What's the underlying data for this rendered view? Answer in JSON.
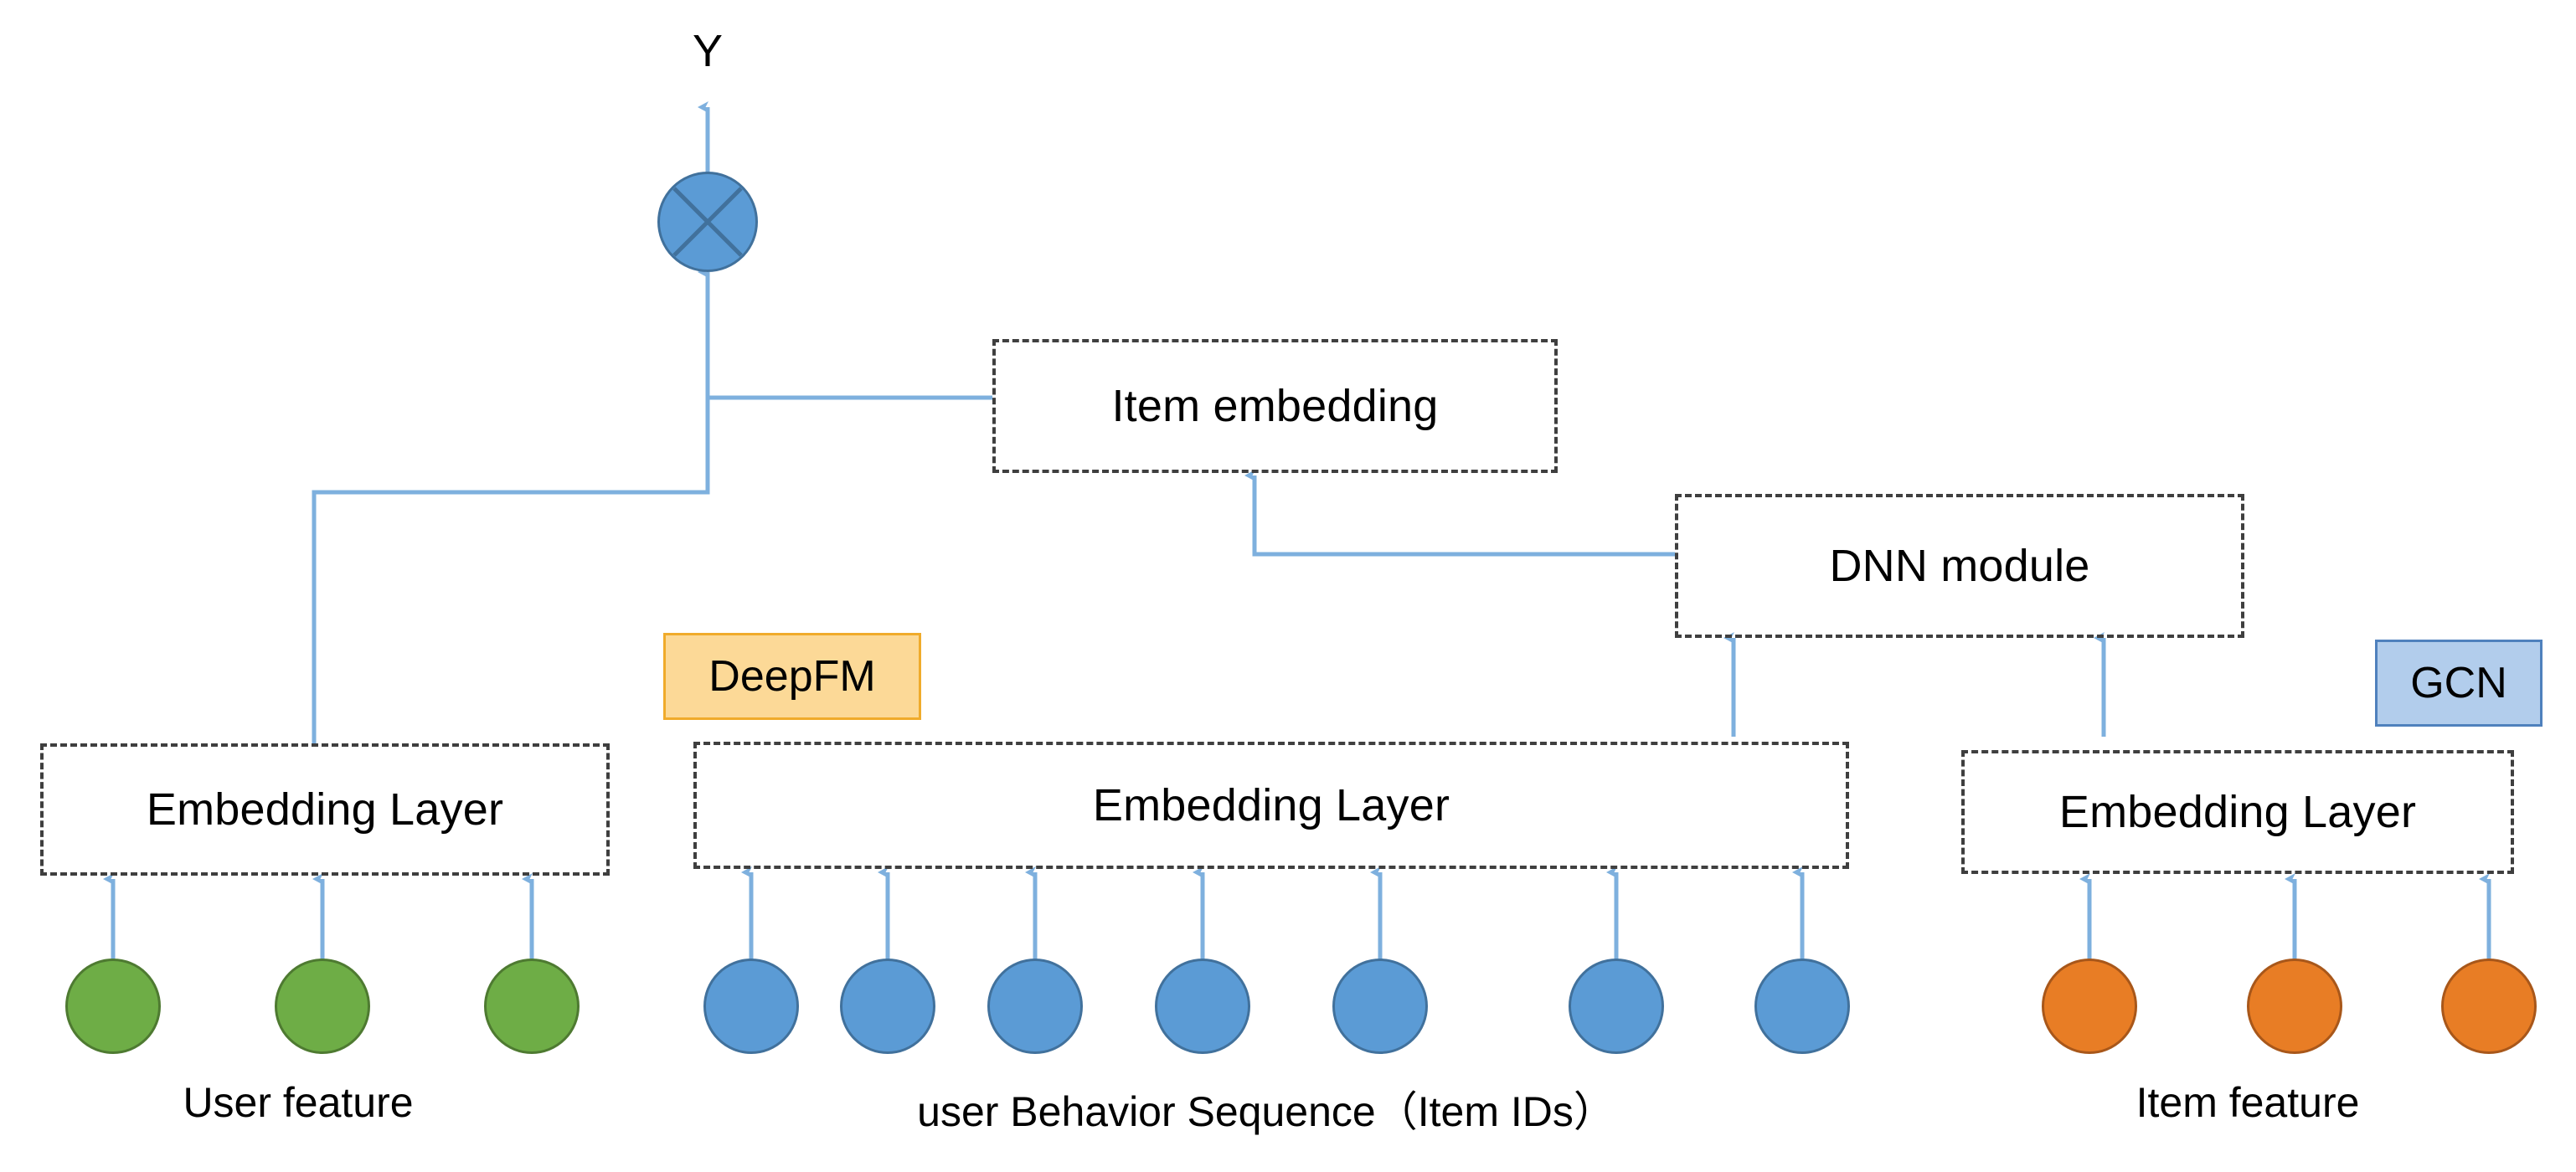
{
  "diagram": {
    "title_label": "Y",
    "operator": {
      "name": "multiply-operator",
      "glyph": "cross-in-circle"
    },
    "boxes": [
      {
        "id": "item-embedding",
        "label": "Item embedding",
        "style": "dashed-box"
      },
      {
        "id": "dnn-module",
        "label": "DNN module",
        "style": "dashed-box"
      },
      {
        "id": "embedding-layer-user",
        "label": "Embedding Layer",
        "style": "dashed-box"
      },
      {
        "id": "embedding-layer-behavior",
        "label": "Embedding Layer",
        "style": "dashed-box"
      },
      {
        "id": "embedding-layer-item",
        "label": "Embedding Layer",
        "style": "dashed-box"
      }
    ],
    "badges": [
      {
        "id": "deepfm",
        "label": "DeepFM",
        "fill": "#fcd997",
        "border": "#f0ab2b"
      },
      {
        "id": "gcn",
        "label": "GCN",
        "fill": "#b2cdec",
        "border": "#4f81bd"
      }
    ],
    "captions": [
      {
        "id": "user-feature",
        "label": "User feature"
      },
      {
        "id": "behavior-sequence",
        "label": "user Behavior Sequence（Item IDs）"
      },
      {
        "id": "item-feature",
        "label": "Item feature"
      }
    ],
    "node_groups": [
      {
        "id": "user-feature-nodes",
        "color": "#6ead46",
        "border": "#4e7a31",
        "count": 3
      },
      {
        "id": "behavior-sequence-nodes",
        "color": "#5b9bd5",
        "border": "#41719c",
        "count": 7
      },
      {
        "id": "item-feature-nodes",
        "color": "#e87d25",
        "border": "#a8571a",
        "count": 3
      }
    ],
    "colors": {
      "wire": "#7eb0de",
      "box_border": "#3f3f3f",
      "background": "#ffffff"
    }
  }
}
